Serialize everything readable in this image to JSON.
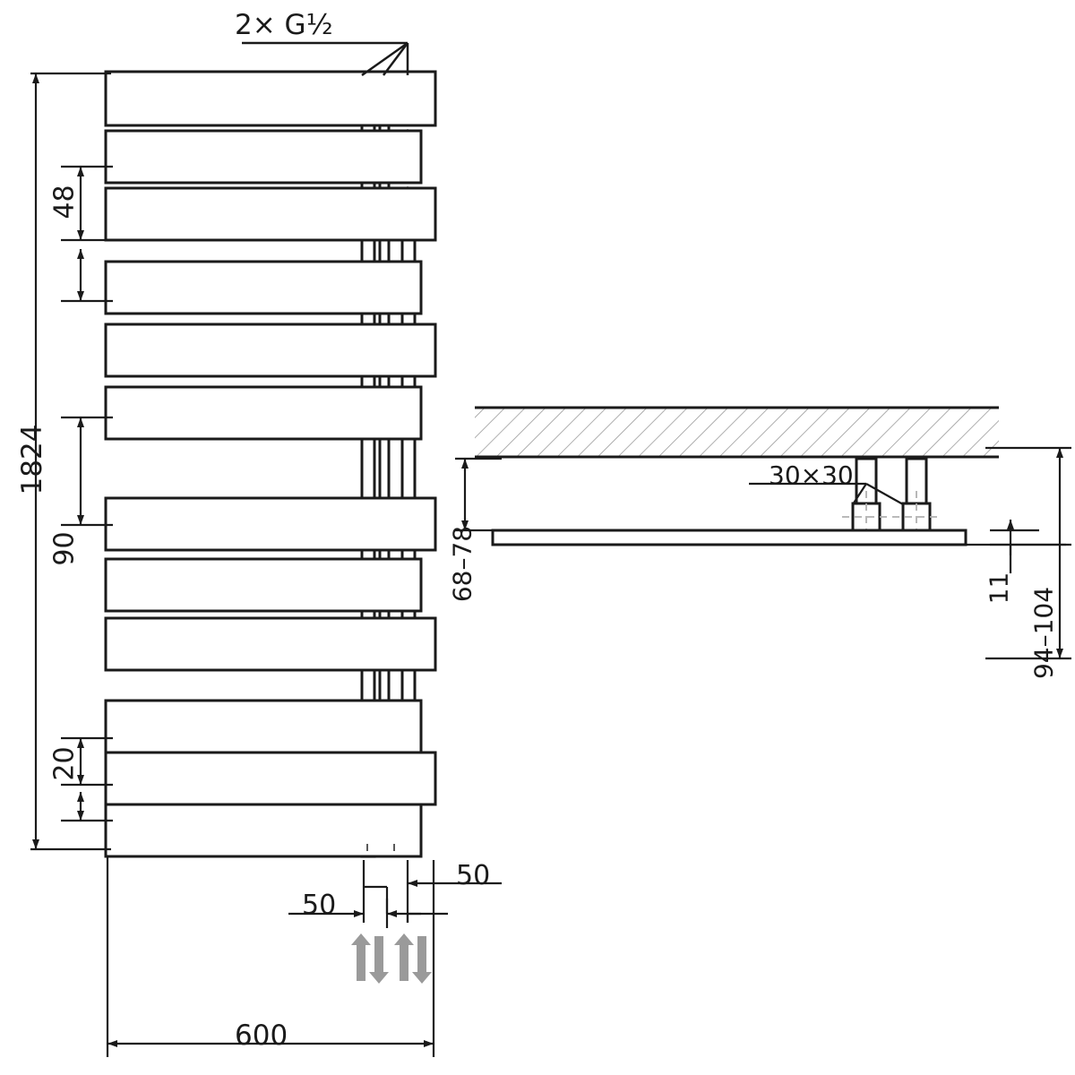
{
  "drawing": {
    "title": "Technical dimension drawing of a towel radiator",
    "views": [
      "front-view",
      "side-view"
    ],
    "colors": {
      "line": "#1a1a1a",
      "hidden_line": "#b0b0b0",
      "hatch": "#9a9a9a",
      "arrow_gray": "#9a9a9a",
      "background": "#ffffff"
    },
    "dimensions": {
      "connection_note": "2× G½",
      "total_height": "1824",
      "spacing_48": "48",
      "spacing_90": "90",
      "spacing_20": "20",
      "offset_left_50": "50",
      "offset_right_50": "50",
      "total_width": "600",
      "bracket_profile": "30×30",
      "wall_gap": "68–78",
      "panel_thickness": "11",
      "total_depth": "94–104"
    }
  }
}
